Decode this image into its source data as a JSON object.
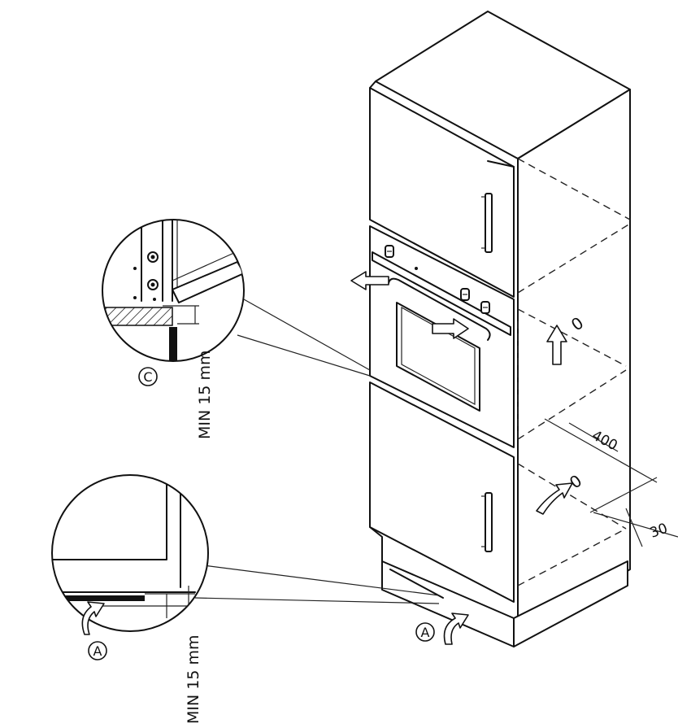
{
  "labels": {
    "detail_c": "C",
    "detail_a_inset": "A",
    "detail_a_main": "A",
    "min_gap_upper": "MIN 15 mm",
    "min_gap_lower": "MIN 15 mm",
    "dim_depth": "400",
    "dim_offset": "30",
    "air_symbol_upper": "0",
    "air_symbol_lower": "0"
  }
}
